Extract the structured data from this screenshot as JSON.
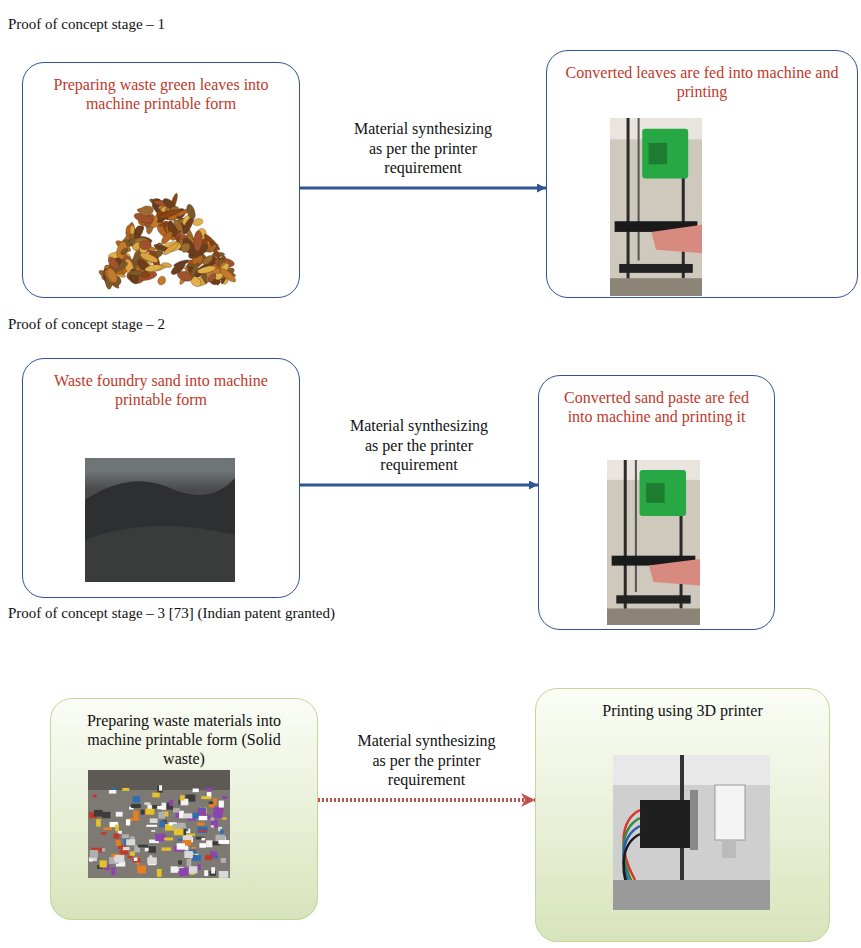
{
  "diagram": {
    "nodes": [
      {
        "text": [
          "Preparing waste green leaves into machine printable form"
        ]
      },
      {
        "text": [
          "Converted leaves are fed into machine and printing"
        ]
      },
      {
        "text": [
          "Waste foundry sand into machine printable form"
        ]
      },
      {
        "text": [
          "Converted sand paste are fed into machine and printing it"
        ]
      },
      {
        "text": [
          "Preparing waste materials into machine printable form (Solid waste)"
        ]
      },
      {
        "text": [
          "Printing using 3D printer"
        ]
      }
    ],
    "edges": [
      {
        "from": 0,
        "to": 1,
        "arrow": "to",
        "label": "Material synthesizing as per the printer requirement"
      },
      {
        "from": 2,
        "to": 3,
        "arrow": "to",
        "label": "Material synthesizing as per the printer requirement"
      },
      {
        "from": 4,
        "to": 5,
        "arrow": "to",
        "label": "Material synthesizing as per the printer requirement"
      }
    ],
    "labels": [
      "Proof of concept stage – 1",
      "Proof of concept stage – 2",
      "Proof of concept stage – 3 [73] (Indian patent granted)"
    ]
  }
}
